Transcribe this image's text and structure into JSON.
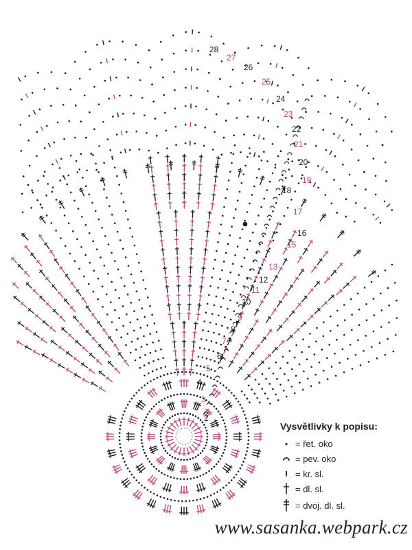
{
  "colors": {
    "black": "#1e1e1e",
    "pink": "#b8477e"
  },
  "row_numbers": [
    {
      "n": "2",
      "color": "black"
    },
    {
      "n": "3",
      "color": "pink"
    },
    {
      "n": "4",
      "color": "black"
    },
    {
      "n": "5",
      "color": "pink"
    },
    {
      "n": "6",
      "color": "black"
    },
    {
      "n": "7",
      "color": "pink"
    },
    {
      "n": "8",
      "color": "black"
    },
    {
      "n": "9",
      "color": "pink"
    },
    {
      "n": "10",
      "color": "black"
    },
    {
      "n": "11",
      "color": "pink"
    },
    {
      "n": "12",
      "color": "black"
    },
    {
      "n": "13",
      "color": "pink"
    },
    {
      "n": "15",
      "color": "pink"
    },
    {
      "n": "16",
      "color": "black"
    },
    {
      "n": "17",
      "color": "pink"
    },
    {
      "n": "18",
      "color": "black"
    },
    {
      "n": "19",
      "color": "pink"
    },
    {
      "n": "20",
      "color": "black"
    },
    {
      "n": "21",
      "color": "pink"
    },
    {
      "n": "22",
      "color": "black"
    },
    {
      "n": "23",
      "color": "pink"
    },
    {
      "n": "24",
      "color": "black"
    },
    {
      "n": "25",
      "color": "pink"
    },
    {
      "n": "26",
      "color": "black"
    },
    {
      "n": "27",
      "color": "pink"
    },
    {
      "n": "28",
      "color": "black"
    }
  ],
  "legend": {
    "title": "Vysvětlivky k popisu:",
    "items": [
      {
        "icon": "chain-stitch-icon",
        "label": "= řet. oko"
      },
      {
        "icon": "slip-stitch-icon",
        "label": "= pev. oko"
      },
      {
        "icon": "single-crochet-icon",
        "label": "= kr. sl."
      },
      {
        "icon": "double-crochet-icon",
        "label": "= dl. sl."
      },
      {
        "icon": "treble-crochet-icon",
        "label": "= dvoj. dl. sl."
      }
    ]
  },
  "footer": {
    "url": "www.sasanka.webpark.cz"
  }
}
